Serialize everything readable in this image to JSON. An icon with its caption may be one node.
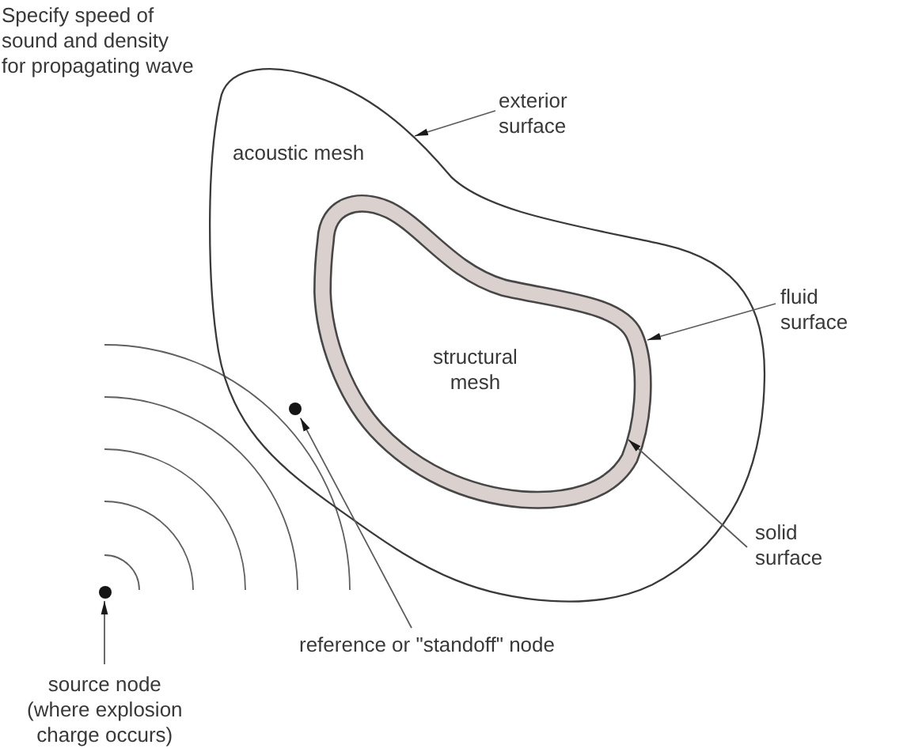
{
  "diagram": {
    "nodes": [
      {
        "text": [
          "acoustic mesh"
        ]
      },
      {
        "text": [
          "structural mesh"
        ],
        "in": 0
      },
      {
        "text": [
          "exterior surface"
        ]
      },
      {
        "text": [
          "fluid surface"
        ]
      },
      {
        "text": [
          "solid surface"
        ]
      },
      {
        "text": [
          "reference or \"standoff\" node"
        ]
      },
      {
        "text": [
          "source node (where explosion charge occurs)"
        ]
      },
      {
        "text": [],
        "shape": "circle",
        "in": 0
      },
      {
        "text": [],
        "shape": "circle"
      }
    ],
    "edges": [
      {
        "from": 2,
        "to": 0,
        "arrow": "to"
      },
      {
        "from": 3,
        "to": 1,
        "arrow": "to"
      },
      {
        "from": 4,
        "to": 1,
        "arrow": "to"
      },
      {
        "from": 5,
        "to": 7,
        "arrow": "to"
      },
      {
        "from": 6,
        "to": 8,
        "arrow": "to"
      }
    ],
    "labels": [
      "Specify speed of sound and density for propagating wave"
    ]
  }
}
